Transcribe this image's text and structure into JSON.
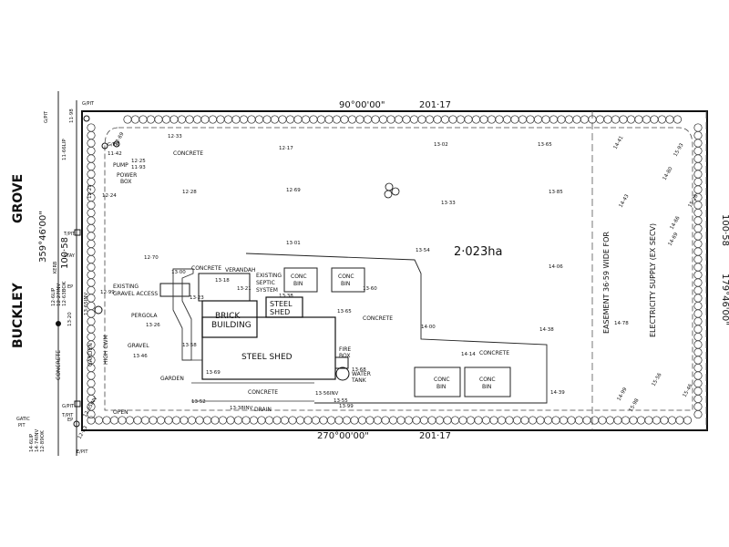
{
  "street": {
    "name_line1": "BUCKLEY",
    "name_line2": "GROVE",
    "bearing": "359°46'00\"",
    "distance": "100·58"
  },
  "boundary": {
    "north_bearing": "90°00'00\"",
    "north_distance": "201·17",
    "south_bearing": "270°00'00\"",
    "south_distance": "201·17",
    "east_bearing": "179°46'00\"",
    "east_distance": "100·58"
  },
  "area": "2·023ha",
  "easement_line1": "EASEMENT 36·59 WIDE FOR",
  "easement_line2": "ELECTRICITY SUPPLY (EX SECV)",
  "structures": {
    "steel_shed_main": "STEEL SHED",
    "brick_line1": "BRICK",
    "brick_line2": "BUILDING",
    "steel_small_line1": "STEEL",
    "steel_small_line2": "SHED",
    "verandah": "VERANDAH",
    "septic_line1": "EXISTING",
    "septic_line2": "SEPTIC",
    "septic_line3": "SYSTEM",
    "pergola": "PERGOLA",
    "gravel_line1": "EXISTING",
    "gravel_line2": "GRAVEL ACCESS",
    "gravel": "GRAVEL",
    "garden_west": "GARDEN",
    "garden_shed": "GARDEN",
    "high_cwm": "HIGH CWM",
    "concrete": "CONCRETE",
    "drain": "DRAIN",
    "open": "OPEN",
    "fire_line1": "FIRE",
    "fire_line2": "BOX",
    "water_line1": "WATER",
    "water_line2": "TANK",
    "pump": "PUMP",
    "power_line1": "POWER",
    "power_line2": "BOX",
    "conc": "CONC",
    "bin": "BIN",
    "kerb": "KERB",
    "stay": "STAY",
    "ep": "EP",
    "gatic_line1": "GATIC",
    "gatic_line2": "PIT",
    "gpit": "G/PIT",
    "tpit": "T/PIT",
    "epit": "E/PIT"
  },
  "levels": {
    "l01": "12·33",
    "l02": "12·25",
    "l03": "11·93",
    "l04": "12·28",
    "l05": "12·69",
    "l06": "12·17",
    "l07": "13·02",
    "l08": "13·33",
    "l09": "13·65",
    "l10": "13·85",
    "l11": "14·41",
    "l12": "14·43",
    "l13": "14·80",
    "l14": "14·69",
    "l15": "12·70",
    "l16": "13·01",
    "l17": "13·54",
    "l18": "14·06",
    "l19": "13·00",
    "l20": "13·18",
    "l21": "13·21",
    "l22": "13·38",
    "l23": "13·23",
    "l24": "13·60",
    "l25": "13·65",
    "l26": "13·26",
    "l27": "14·00",
    "l28": "14·14",
    "l29": "14·38",
    "l30": "14·78",
    "l31": "13·46",
    "l32": "13·58",
    "l33": "13·69",
    "l34": "13·68",
    "l35": "13·52",
    "l36": "13·38INV",
    "l37": "13·56INV",
    "l38": "13·55",
    "l39": "13·99",
    "l40": "14·39",
    "l41": "14·99",
    "l42": "15·56",
    "l43": "15·98",
    "l44": "12·21",
    "l45": "12·24",
    "l46": "11·98",
    "l47": "11·66LIP",
    "l48": "12·99",
    "l49": "13·20",
    "l50": "12·65INV",
    "l51": "12·63",
    "l52": "13·65INV",
    "l53": "12·6LIP",
    "l54": "12·27INV",
    "l55": "12·63BOK",
    "l56": "14·6LIP",
    "l57": "14·74INV",
    "l58": "12·89OK",
    "l59": "11·42",
    "l60": "12·69",
    "l61": "15·93",
    "l62": "14·66",
    "l63": "15·26",
    "l64": "15·46"
  },
  "chart_data": {
    "type": "map",
    "title": "",
    "area": "2·023ha"
  }
}
